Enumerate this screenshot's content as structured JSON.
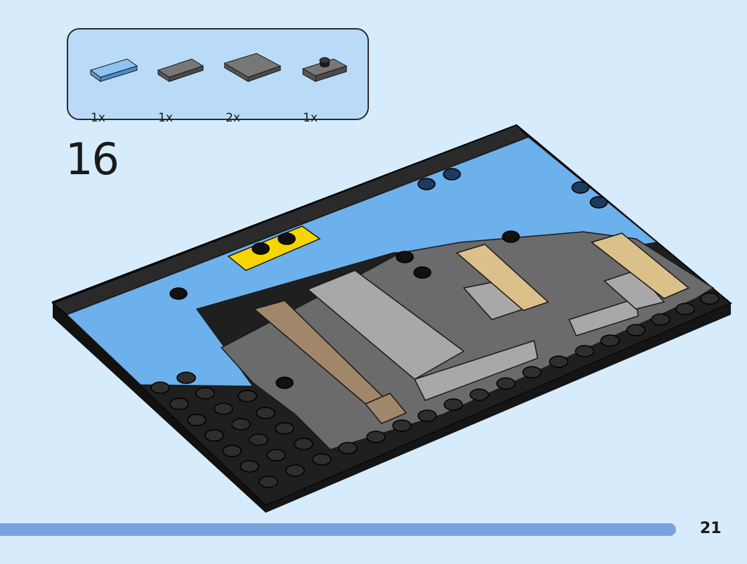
{
  "parts_list": {
    "items": [
      {
        "name": "light-blue-tile",
        "quantity": "1x",
        "color": "#6cb0ec"
      },
      {
        "name": "dark-gray-tile",
        "quantity": "1x",
        "color": "#6b6b6b"
      },
      {
        "name": "dark-gray-large-tile",
        "quantity": "2x",
        "color": "#6b6b6b"
      },
      {
        "name": "dark-gray-plate-with-stud",
        "quantity": "1x",
        "color": "#6b6b6b"
      }
    ]
  },
  "step": {
    "number": "16"
  },
  "footer": {
    "page_number": "21",
    "progress_color": "#7aa2dd"
  },
  "colors": {
    "background": "#d6ecfd",
    "parts_box": "#b9dbf7",
    "baseplate": "#1f1f1f",
    "light_blue": "#6cb0ec",
    "light_gray": "#a8a8a8",
    "dark_gray": "#6b6b6b",
    "tan": "#dcc08a",
    "dark_tan": "#a1876a",
    "yellow": "#f7d600"
  }
}
